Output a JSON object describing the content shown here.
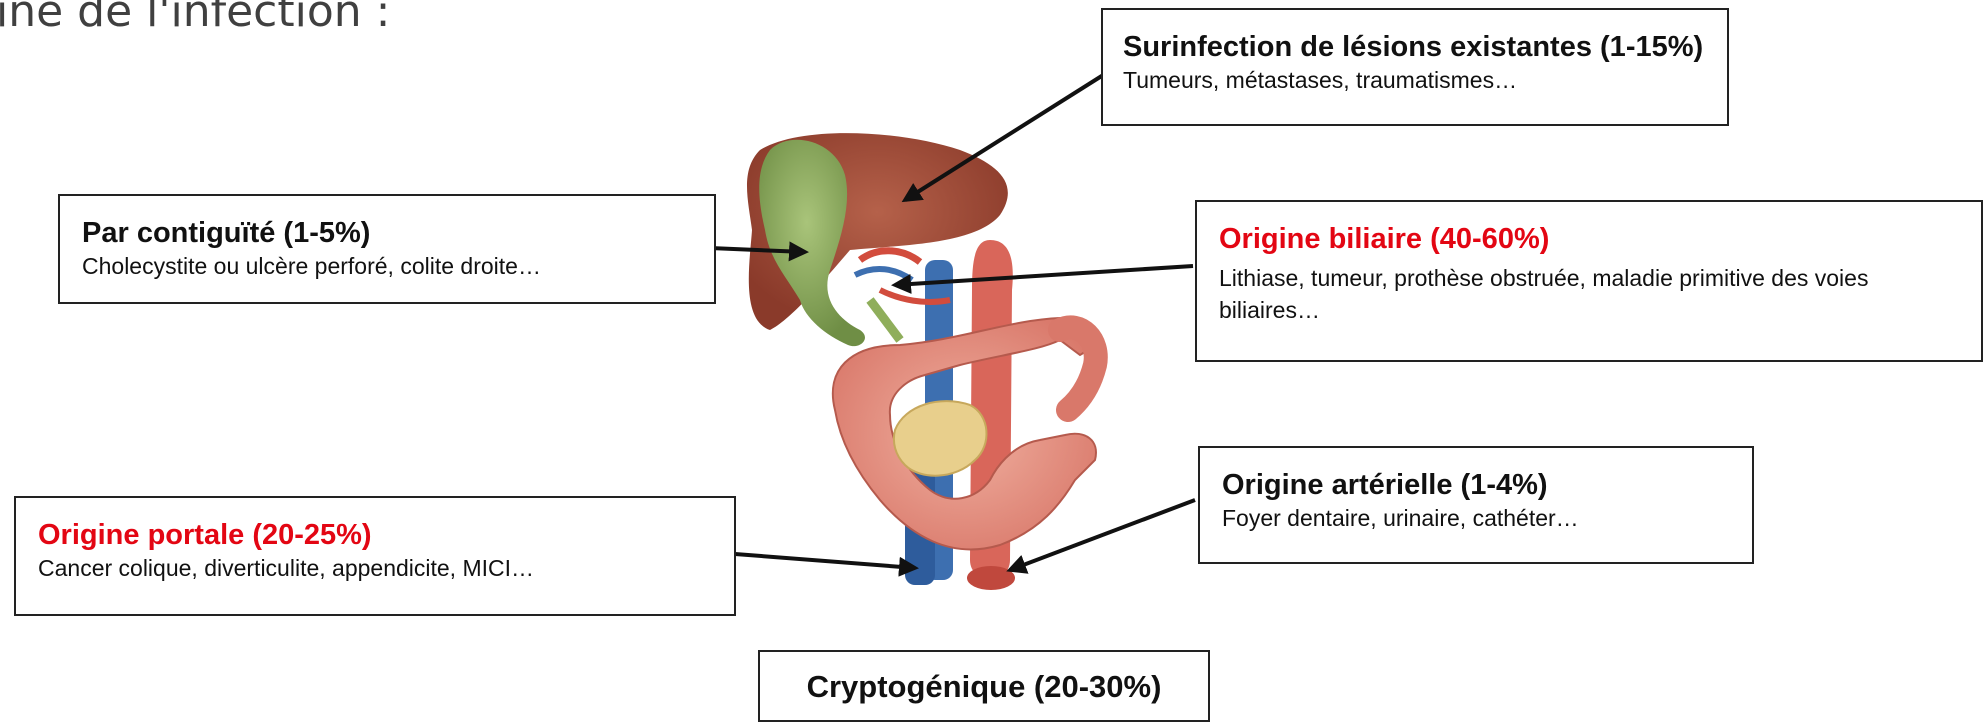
{
  "heading": "ine de l'infection :",
  "colors": {
    "red_title": "#e30613",
    "black_title": "#111111",
    "arrow": "#111111"
  },
  "boxes": {
    "surinfection": {
      "title": "Surinfection de lésions existantes (1-15%)",
      "desc": "Tumeurs, métastases, traumatismes…"
    },
    "contiguite": {
      "title": "Par contiguïté (1-5%)",
      "desc": "Cholecystite ou ulcère perforé, colite droite…"
    },
    "biliaire": {
      "title": "Origine biliaire (40-60%)",
      "desc": "Lithiase, tumeur, prothèse obstruée, maladie primitive des voies biliaires…"
    },
    "arterielle": {
      "title": "Origine artérielle (1-4%)",
      "desc": "Foyer dentaire, urinaire, cathéter…"
    },
    "portale": {
      "title": "Origine portale (20-25%)",
      "desc": "Cancer colique, diverticulite, appendicite, MICI…"
    },
    "cryptogenique": {
      "title": "Cryptogénique (20-30%)"
    }
  },
  "illustration": "liver-gallbladder-duodenum-pancreas-anatomy"
}
